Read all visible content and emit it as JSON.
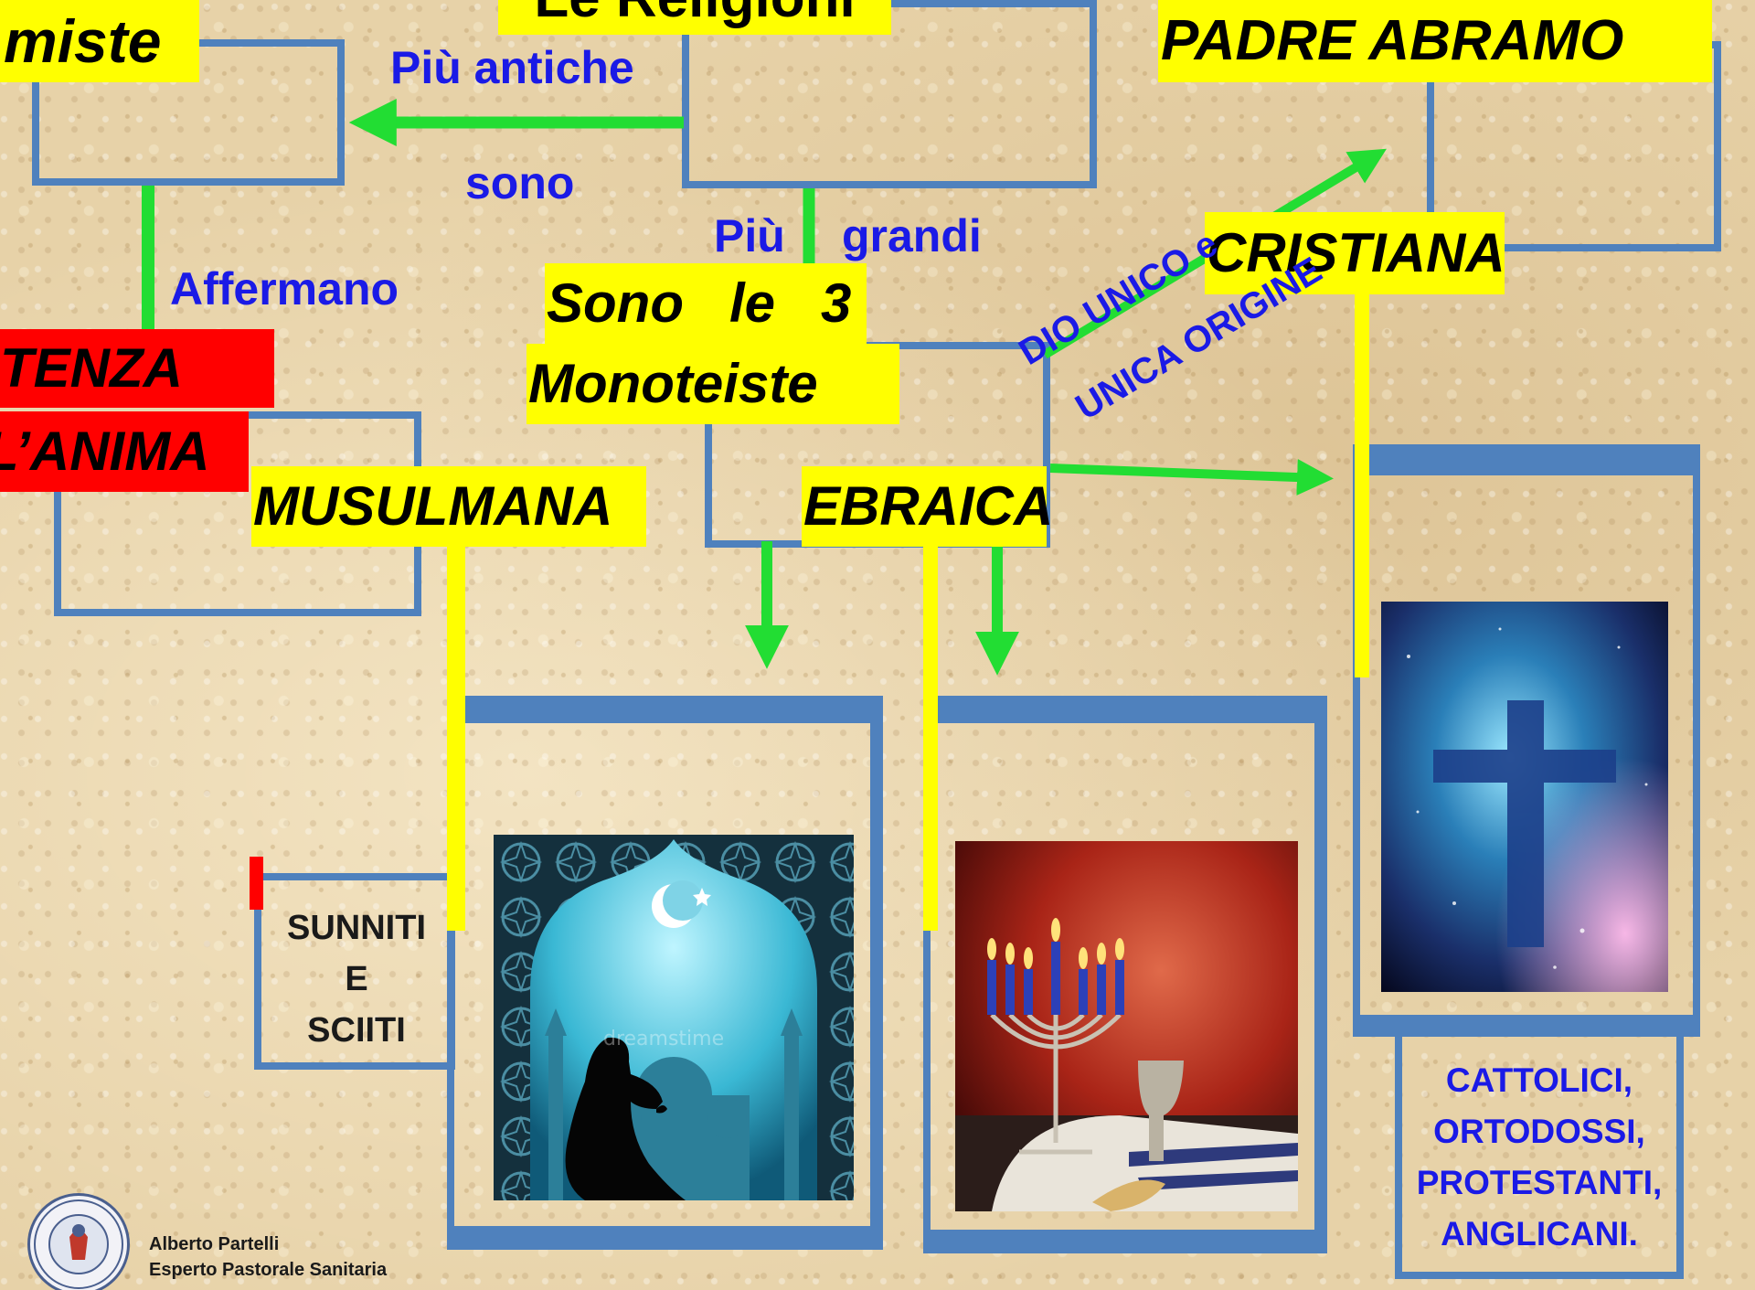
{
  "nodes": {
    "animiste": "miste",
    "religioni": "Le Religioni",
    "padre_abramo": "PADRE ABRAMO",
    "cristiana": "CRISTIANA",
    "sono_le_3": "Sono   le   3",
    "monoteiste": "Monoteiste",
    "esistenza": "TENZA",
    "anima": "L’ANIMA",
    "musulmana": "MUSULMANA",
    "ebraica": "EBRAICA"
  },
  "edge_labels": {
    "piu_antiche": "Più antiche",
    "sono": "sono",
    "piu_grandi_1": "Più",
    "piu_grandi_2": "grandi",
    "affermano": "Affermano",
    "dio_unico": "DIO UNICO  e",
    "unica_origine": "UNICA ORIGINE"
  },
  "branches": {
    "musulmana": [
      "SUNNITI",
      "E",
      "SCIITI"
    ],
    "cristiana": [
      "CATTOLICI,",
      "ORTODOSSI,",
      "PROTESTANTI,",
      "ANGLICANI."
    ]
  },
  "images": {
    "musulmana": "mosque-prayer-illustration",
    "ebraica": "menorah-candles-photo",
    "cristiana": "cross-in-space-image",
    "watermark": "dreamstime"
  },
  "footer": {
    "author": "Alberto Partelli",
    "role": "Esperto Pastorale Sanitaria",
    "logo": "camillianum-seal"
  },
  "colors": {
    "box_border": "#4f81bd",
    "label_bg": "#ffff00",
    "highlight_red": "#ff0000",
    "arrow": "#22dd33",
    "edge_text": "#1a1ae6"
  }
}
